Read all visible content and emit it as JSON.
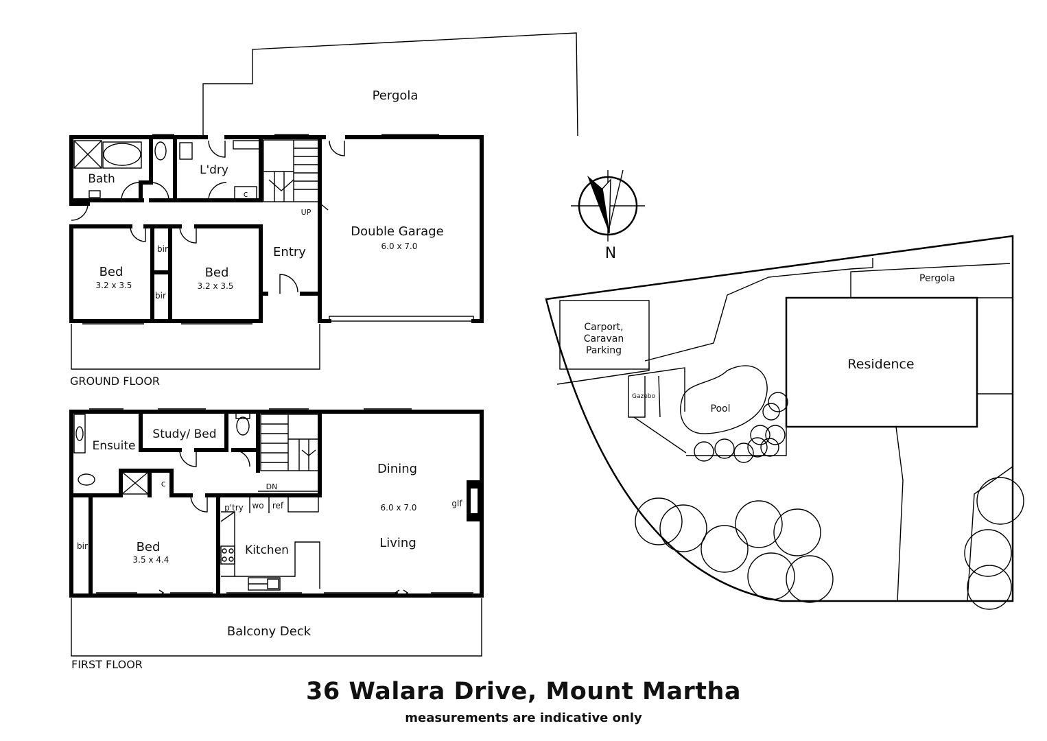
{
  "ground_floor": {
    "label": "GROUND FLOOR",
    "pergola": "Pergola",
    "bath": "Bath",
    "laundry": "L'dry",
    "cupboard": "c",
    "up": "UP",
    "entry": "Entry",
    "garage": {
      "name": "Double Garage",
      "size": "6.0 x 7.0"
    },
    "bed1": {
      "name": "Bed",
      "size": "3.2 x 3.5"
    },
    "bed2": {
      "name": "Bed",
      "size": "3.2 x 3.5"
    },
    "bir_top": "bir",
    "bir_bottom": "bir"
  },
  "first_floor": {
    "label": "FIRST FLOOR",
    "ensuite": "Ensuite",
    "study": "Study/ Bed",
    "cupboard": "c",
    "down": "DN",
    "dining": "Dining",
    "living_size": "6.0 x 7.0",
    "living": "Living",
    "glf": "glf",
    "pantry": "p'try",
    "wo": "wo",
    "ref": "ref",
    "kitchen": "Kitchen",
    "bed": {
      "name": "Bed",
      "size": "3.5 x 4.4"
    },
    "bir": "bir",
    "balcony": "Balcony Deck"
  },
  "site": {
    "north": "N",
    "carport": [
      "Carport,",
      "Caravan",
      "Parking"
    ],
    "gazebo": "Gazebo",
    "pool": "Pool",
    "residence": "Residence",
    "pergola": "Pergola"
  },
  "footer": {
    "address": "36 Walara Drive, Mount Martha",
    "disclaimer": "measurements are indicative only"
  }
}
